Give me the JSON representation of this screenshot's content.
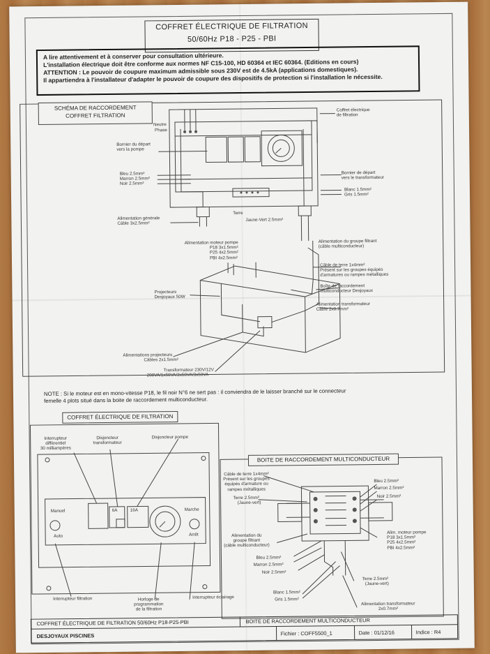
{
  "title": {
    "line1": "COFFRET ÉLECTRIQUE DE FILTRATION",
    "line2": "50/60Hz P18 - P25 - PBI"
  },
  "notice": [
    "A lire attentivement et à conserver pour consultation ultérieure.",
    "L'installation électrique doit être conforme aux normes NF C15-100, HD 60364 et IEC 60364. (Editions en cours)",
    "ATTENTION : Le pouvoir de coupure maximum admissible sous 230V est de 4.5kA (applications domestiques).",
    "Il appartiendra à l'installateur d'adapter le pouvoir de coupure des dispositifs de protection si l'installation le nécessite."
  ],
  "schema": {
    "title1": "SCHÉMA DE RACCORDEMENT",
    "title2": "COFFRET FILTRATION",
    "neutre": "Neutre",
    "phase": "Phase",
    "bornier_depart_pompe": [
      "Bornier du départ",
      "vers la pompe"
    ],
    "bleu": "Bleu   2.5mm²",
    "marron": "Marron  2.5mm²",
    "noir": "Noir    2.5mm²",
    "coffret": [
      "Coffret électrique",
      "de filtration"
    ],
    "bornier_transfo": [
      "Bornier de départ",
      "vers le transformateur"
    ],
    "blanc": "Blanc  1.5mm²",
    "gris": "Gris   1.5mm²",
    "terre": "Terre",
    "jaune_vert": "Jaune-Vert  2.5mm²",
    "alim_generale": [
      "Alimentation générale",
      "Câble  3x2.5mm²"
    ]
  },
  "installation": {
    "alim_moteur": [
      "Alimentation moteur pompe",
      "P18    3x1.5mm²",
      "P25    4x2.5mm²",
      "PBI    4x2.5mm²"
    ],
    "alim_groupe": [
      "Alimentation du groupe filtrant",
      "(câble multiconducteur)"
    ],
    "cable_terre": [
      "Câble de terre 1x4mm²",
      "Présent sur les groupes équipés",
      "d'armatures ou rampes métalliques"
    ],
    "boite": [
      "Boîte de raccordement",
      "multiconducteur Desjoyaux"
    ],
    "projecteurs": [
      "Projecteurs",
      "Desjoyaux 50W"
    ],
    "alim_transfo": [
      "Alimentation transformateur",
      "Câble  2x0.7mm²"
    ],
    "alim_projecteurs": [
      "Alimentations projecteurs",
      "Câbles  2x1.5mm²"
    ],
    "transformateur": [
      "Transformateur 230V/12V",
      "200VA/1x50VA/2x50VA/3x50VA"
    ]
  },
  "note": [
    "NOTE : Si le moteur est en mono-vitesse P18, le fil noir N°6 ne sert pas : il conviendra de le laisser branché sur le connecteur",
    "femelle 4 plots situé dans la boite de raccordement multiconducteur."
  ],
  "coffret_section": {
    "title": "COFFRET ÉLECTRIQUE DE FILTRATION",
    "interrupteur_diff": [
      "Interrupteur",
      "différentiel",
      "30 milliampères"
    ],
    "disjoncteur_transfo": [
      "Disjoncteur",
      "transformateur"
    ],
    "disjoncteur_pompe": "Disjoncteur pompe",
    "manuel": "Manuel",
    "auto": "Auto",
    "marche": "Marche",
    "arret": "Arrêt",
    "a6": "6A",
    "a16": "16A",
    "interrupteur_filtration": "Interrupteur filtration",
    "horloge": [
      "Horloge de",
      "programmation",
      "de la filtration"
    ],
    "interrupteur_eclairage": "Interrupteur éclairage"
  },
  "boite_section": {
    "title": "BOITE DE RACCORDEMENT MULTICONDUCTEUR",
    "cable_terre": [
      "Câble de terre 1x4mm²",
      "Présent sur les groupes",
      "équipés d'armature ou",
      "rampes métalliques"
    ],
    "terre_jv": [
      "Terre  2.5mm²",
      "(Jaune-vert)"
    ],
    "bleu": "Bleu  2.5mm²",
    "marron": "Marron  2.5mm²",
    "noir": "Noir  2.5mm²",
    "alim_groupe": [
      "Alimentation du",
      "groupe filtrant",
      "(câble multiconducteur)"
    ],
    "alim_moteur": [
      "Alim. moteur pompe",
      "P18    3x1.5mm²",
      "P25    4x2.5mm²",
      "PBI    4x2.5mm²"
    ],
    "bleu2": "Bleu  2.5mm²",
    "marron2": "Marron  2.5mm²",
    "noir2": "Noir  2.5mm²",
    "terre2": [
      "Terre  2.5mm²",
      "(Jaune-vert)"
    ],
    "blanc": "Blanc  1.5mm²",
    "gris": "Gris  1.5mm²",
    "alim_transfo": [
      "Alimentation transformateur",
      "2x0.7mm²"
    ]
  },
  "footer": {
    "left_title": "COFFRET ÉLECTRIQUE DE FILTRATION 50/60Hz P18-P25-PBI",
    "right_title": "BOITE DE RACCORDEMENT MULTICONDUCTEUR",
    "company": "DESJOYAUX PISCINES",
    "fichier_label": "Fichier :",
    "fichier": "COFF5500_1",
    "date_label": "Date :",
    "date": "01/12/16",
    "indice_label": "Indice :",
    "indice": "R4"
  }
}
